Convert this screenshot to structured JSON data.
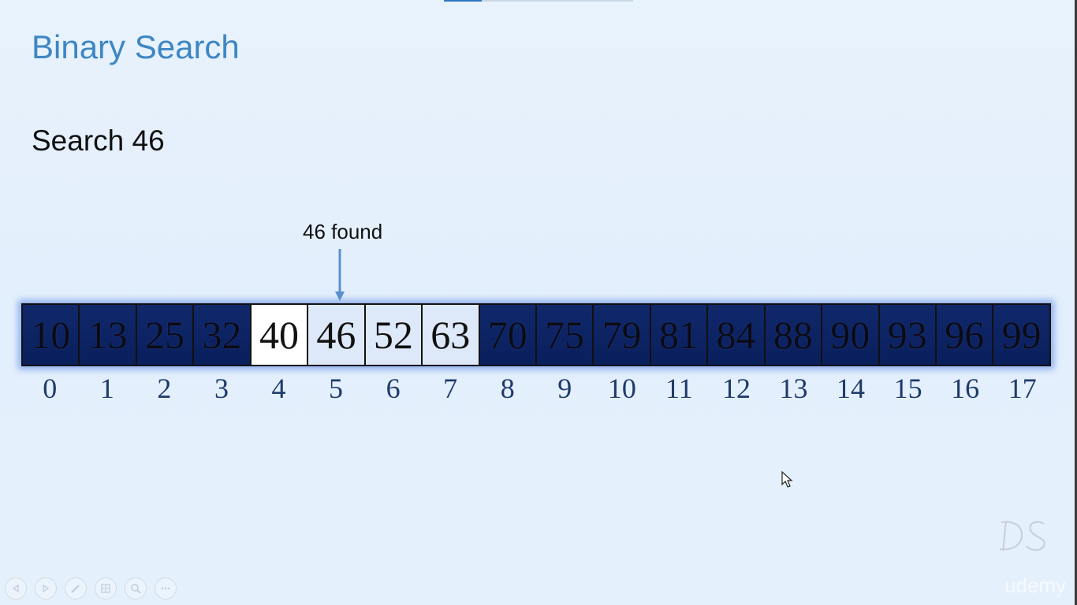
{
  "slide": {
    "title": "Binary Search",
    "subtitle": "Search 46",
    "found_label": "46 found"
  },
  "array": {
    "values": [
      "10",
      "13",
      "25",
      "32",
      "40",
      "46",
      "52",
      "63",
      "70",
      "75",
      "79",
      "81",
      "84",
      "88",
      "90",
      "93",
      "96",
      "99"
    ],
    "indices": [
      "0",
      "1",
      "2",
      "3",
      "4",
      "5",
      "6",
      "7",
      "8",
      "9",
      "10",
      "11",
      "12",
      "13",
      "14",
      "15",
      "16",
      "17"
    ],
    "active_range": [
      4,
      7
    ],
    "found_index": 5
  },
  "branding": {
    "watermark": "udemy",
    "logo_text": "DS"
  },
  "controls": [
    {
      "icon": "previous-icon"
    },
    {
      "icon": "next-icon"
    },
    {
      "icon": "pen-icon"
    },
    {
      "icon": "slides-icon"
    },
    {
      "icon": "zoom-icon"
    },
    {
      "icon": "more-icon"
    }
  ],
  "colors": {
    "title": "#3e86c3",
    "inactive_cell": "#0c2466",
    "active_cell": "#ffffff",
    "arrow": "#5b8fd0"
  }
}
